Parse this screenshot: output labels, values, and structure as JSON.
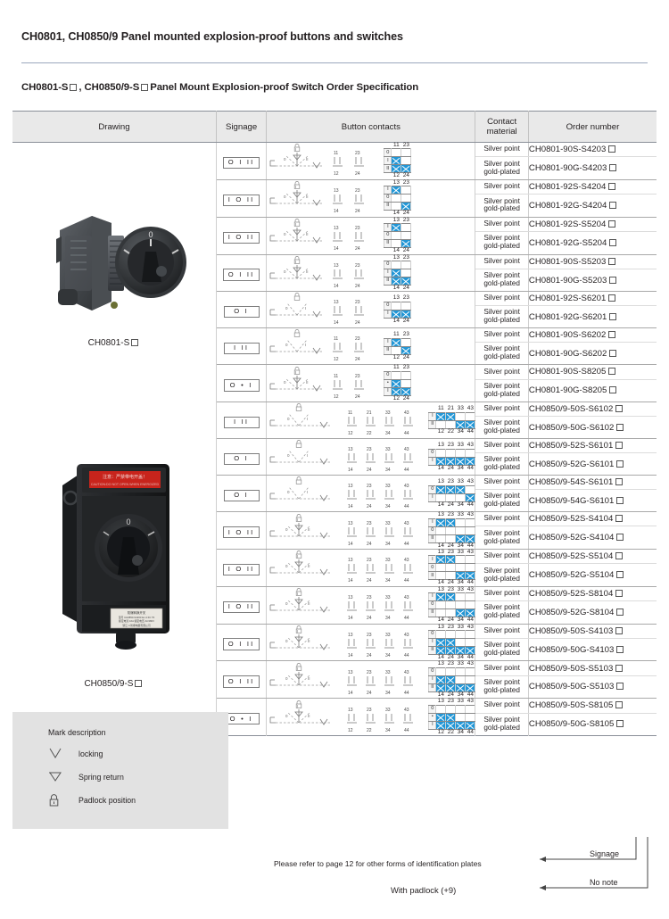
{
  "header": {
    "title": "CH0801, CH0850/9 Panel mounted explosion-proof buttons and switches",
    "subtitle_a": "CH0801-S",
    "subtitle_b": ", CH0850/9-S",
    "subtitle_c": " Panel Mount Explosion-proof Switch Order Specification"
  },
  "table": {
    "columns": [
      "Drawing",
      "Signage",
      "Button contacts",
      "Contact material",
      "Order number"
    ],
    "col_headers": {
      "drawing": "Drawing",
      "signage": "Signage",
      "contacts": "Button contacts",
      "material_l1": "Contact",
      "material_l2": "material",
      "order": "Order number"
    },
    "material_silver": "Silver point",
    "material_gold_l1": "Silver point",
    "material_gold_l2": "gold-plated",
    "drawings": [
      {
        "label_a": "CH0801-S",
        "icon": "rotary-switch-photo"
      },
      {
        "label_a": "CH0850/9-S",
        "icon": "enclosure-switch-photo"
      }
    ],
    "rows": [
      {
        "signage": "O I II",
        "cols": [
          "11",
          "23"
        ],
        "bottom": [
          "12",
          "24"
        ],
        "row_labels": [
          "0",
          "I",
          "II"
        ],
        "matrix": [
          [
            0,
            0
          ],
          [
            1,
            0
          ],
          [
            1,
            1
          ]
        ],
        "orders": [
          "CH0801-90S-S4203",
          "CH0801-90G-S4203"
        ]
      },
      {
        "signage": "I O II",
        "cols": [
          "13",
          "23"
        ],
        "bottom": [
          "14",
          "24"
        ],
        "row_labels": [
          "I",
          "0",
          "II"
        ],
        "matrix": [
          [
            1,
            0
          ],
          [
            0,
            0
          ],
          [
            0,
            1
          ]
        ],
        "orders": [
          "CH0801-92S-S4204",
          "CH0801-92G-S4204"
        ]
      },
      {
        "signage": "I O II",
        "cols": [
          "13",
          "23"
        ],
        "bottom": [
          "14",
          "24"
        ],
        "row_labels": [
          "I",
          "0",
          "II"
        ],
        "matrix": [
          [
            1,
            0
          ],
          [
            0,
            0
          ],
          [
            0,
            1
          ]
        ],
        "orders": [
          "CH0801-92S-S5204",
          "CH0801-92G-S5204"
        ]
      },
      {
        "signage": "O I II",
        "cols": [
          "13",
          "23"
        ],
        "bottom": [
          "14",
          "24"
        ],
        "row_labels": [
          "0",
          "I",
          "II"
        ],
        "matrix": [
          [
            0,
            0
          ],
          [
            1,
            0
          ],
          [
            1,
            1
          ]
        ],
        "orders": [
          "CH0801-90S-S5203",
          "CH0801-90G-S5203"
        ]
      },
      {
        "signage": "O  I",
        "cols": [
          "13",
          "23"
        ],
        "bottom": [
          "14",
          "24"
        ],
        "row_labels": [
          "0",
          "I"
        ],
        "matrix": [
          [
            0,
            0
          ],
          [
            1,
            1
          ]
        ],
        "orders": [
          "CH0801-92S-S6201",
          "CH0801-92G-S6201"
        ]
      },
      {
        "signage": "I   II",
        "cols": [
          "11",
          "23"
        ],
        "bottom": [
          "12",
          "24"
        ],
        "row_labels": [
          "I",
          "II"
        ],
        "matrix": [
          [
            1,
            0
          ],
          [
            0,
            1
          ]
        ],
        "orders": [
          "CH0801-90S-S6202",
          "CH0801-90G-S6202"
        ]
      },
      {
        "signage": "O • I",
        "cols": [
          "11",
          "23"
        ],
        "bottom": [
          "12",
          "24"
        ],
        "row_labels": [
          "0",
          "•",
          "I"
        ],
        "matrix": [
          [
            0,
            0
          ],
          [
            1,
            0
          ],
          [
            1,
            1
          ]
        ],
        "orders": [
          "CH0801-90S-S8205",
          "CH0801-90G-S8205"
        ]
      },
      {
        "signage": "I   II",
        "cols": [
          "11",
          "21",
          "33",
          "43"
        ],
        "bottom": [
          "12",
          "22",
          "34",
          "44"
        ],
        "row_labels": [
          "I",
          "II"
        ],
        "matrix": [
          [
            1,
            1,
            0,
            0
          ],
          [
            0,
            0,
            1,
            1
          ]
        ],
        "orders": [
          "CH0850/9-50S-S6102",
          "CH0850/9-50G-S6102"
        ]
      },
      {
        "signage": "O   I",
        "cols": [
          "13",
          "23",
          "33",
          "43"
        ],
        "bottom": [
          "14",
          "24",
          "34",
          "44"
        ],
        "row_labels": [
          "0",
          "I"
        ],
        "matrix": [
          [
            0,
            0,
            0,
            0
          ],
          [
            1,
            1,
            1,
            1
          ]
        ],
        "orders": [
          "CH0850/9-52S-S6101",
          "CH0850/9-52G-S6101"
        ]
      },
      {
        "signage": "O   I",
        "cols": [
          "13",
          "23",
          "33",
          "43"
        ],
        "bottom": [
          "14",
          "24",
          "34",
          "44"
        ],
        "row_labels": [
          "0",
          "I"
        ],
        "matrix": [
          [
            1,
            1,
            1,
            0
          ],
          [
            0,
            0,
            0,
            1
          ]
        ],
        "orders": [
          "CH0850/9-54S-S6101",
          "CH0850/9-54G-S6101"
        ]
      },
      {
        "signage": "I O II",
        "cols": [
          "13",
          "23",
          "33",
          "43"
        ],
        "bottom": [
          "14",
          "24",
          "34",
          "44"
        ],
        "row_labels": [
          "I",
          "0",
          "II"
        ],
        "matrix": [
          [
            1,
            1,
            0,
            0
          ],
          [
            0,
            0,
            0,
            0
          ],
          [
            0,
            0,
            1,
            1
          ]
        ],
        "orders": [
          "CH0850/9-52S-S4104",
          "CH0850/9-52G-S4104"
        ]
      },
      {
        "signage": "I O II",
        "cols": [
          "13",
          "23",
          "33",
          "43"
        ],
        "bottom": [
          "14",
          "24",
          "34",
          "44"
        ],
        "row_labels": [
          "I",
          "0",
          "II"
        ],
        "matrix": [
          [
            1,
            1,
            0,
            0
          ],
          [
            0,
            0,
            0,
            0
          ],
          [
            0,
            0,
            1,
            1
          ]
        ],
        "orders": [
          "CH0850/9-52S-S5104",
          "CH0850/9-52G-S5104"
        ]
      },
      {
        "signage": "I O II",
        "cols": [
          "13",
          "23",
          "33",
          "43"
        ],
        "bottom": [
          "14",
          "24",
          "34",
          "44"
        ],
        "row_labels": [
          "I",
          "0",
          "II"
        ],
        "matrix": [
          [
            1,
            1,
            0,
            0
          ],
          [
            0,
            0,
            0,
            0
          ],
          [
            0,
            0,
            1,
            1
          ]
        ],
        "orders": [
          "CH0850/9-52S-S8104",
          "CH0850/9-52G-S8104"
        ]
      },
      {
        "signage": "O I II",
        "cols": [
          "13",
          "23",
          "33",
          "43"
        ],
        "bottom": [
          "14",
          "24",
          "34",
          "44"
        ],
        "row_labels": [
          "0",
          "I",
          "II"
        ],
        "matrix": [
          [
            0,
            0,
            0,
            0
          ],
          [
            1,
            1,
            0,
            0
          ],
          [
            1,
            1,
            1,
            1
          ]
        ],
        "orders": [
          "CH0850/9-50S-S4103",
          "CH0850/9-50G-S4103"
        ]
      },
      {
        "signage": "O I II",
        "cols": [
          "13",
          "23",
          "33",
          "43"
        ],
        "bottom": [
          "14",
          "24",
          "34",
          "44"
        ],
        "row_labels": [
          "0",
          "I",
          "II"
        ],
        "matrix": [
          [
            0,
            0,
            0,
            0
          ],
          [
            1,
            1,
            0,
            0
          ],
          [
            1,
            1,
            1,
            1
          ]
        ],
        "orders": [
          "CH0850/9-50S-S5103",
          "CH0850/9-50G-S5103"
        ]
      },
      {
        "signage": "O • I",
        "cols": [
          "13",
          "23",
          "33",
          "43"
        ],
        "bottom": [
          "12",
          "22",
          "34",
          "44"
        ],
        "row_labels": [
          "0",
          "•",
          "I"
        ],
        "matrix": [
          [
            0,
            0,
            0,
            0
          ],
          [
            1,
            1,
            0,
            0
          ],
          [
            1,
            1,
            1,
            1
          ]
        ],
        "orders": [
          "CH0850/9-50S-S8105",
          "CH0850/9-50G-S8105"
        ]
      }
    ]
  },
  "mark_description": {
    "title": "Mark description",
    "items": [
      {
        "icon": "locking-vee-icon",
        "label": "locking"
      },
      {
        "icon": "spring-return-icon",
        "label": "Spring return"
      },
      {
        "icon": "padlock-icon",
        "label": "Padlock position"
      }
    ]
  },
  "footer": {
    "note_plates": "Please refer to page 12 for other forms of identification plates",
    "note_padlock": "With padlock (+9)",
    "label_signage": "Signage",
    "label_no_note": "No note"
  },
  "colors": {
    "accent_blue": "#2196d6",
    "header_bg": "#e9e9e9",
    "mark_bg": "#e2e2e2",
    "rule": "#9aa8bd"
  }
}
